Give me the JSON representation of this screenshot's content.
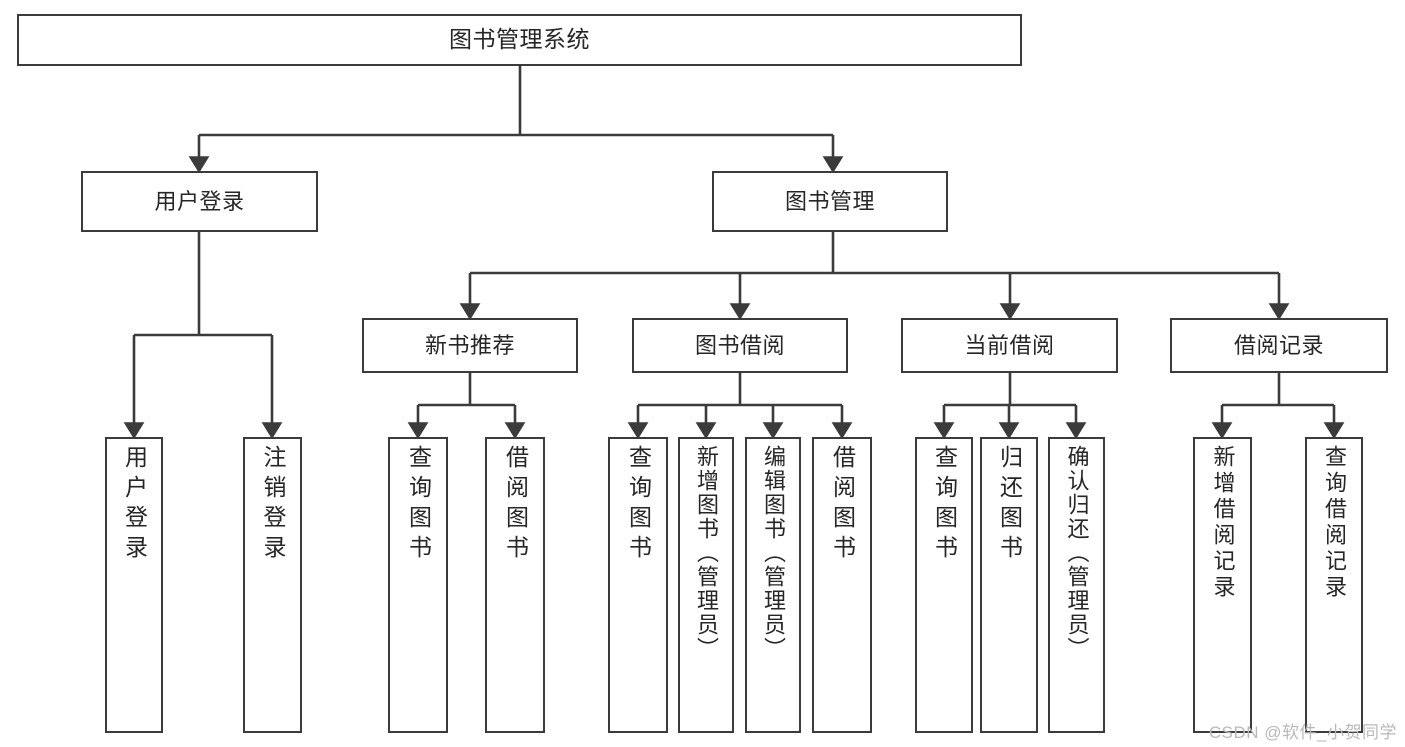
{
  "diagram": {
    "title": "图书管理系统",
    "type": "hierarchy-tree",
    "watermark": "CSDN @软件_小贺同学",
    "levels": {
      "root": {
        "label": "图书管理系统"
      },
      "level2": [
        {
          "id": "user-login",
          "label": "用户登录"
        },
        {
          "id": "book-manage",
          "label": "图书管理"
        }
      ],
      "level3": [
        {
          "id": "new-book-recommend",
          "label": "新书推荐"
        },
        {
          "id": "book-borrow",
          "label": "图书借阅"
        },
        {
          "id": "current-borrow",
          "label": "当前借阅"
        },
        {
          "id": "borrow-record",
          "label": "借阅记录"
        }
      ],
      "leaves": [
        {
          "id": "leaf-user-login",
          "label": "用户登录",
          "parent": "user-login"
        },
        {
          "id": "leaf-logout",
          "label": "注销登录",
          "parent": "user-login"
        },
        {
          "id": "leaf-query-book-1",
          "label": "查询图书",
          "parent": "new-book-recommend"
        },
        {
          "id": "leaf-borrow-book-1",
          "label": "借阅图书",
          "parent": "new-book-recommend"
        },
        {
          "id": "leaf-query-book-2",
          "label": "查询图书",
          "parent": "book-borrow"
        },
        {
          "id": "leaf-add-book",
          "label": "新增图书（管理员）",
          "parent": "book-borrow"
        },
        {
          "id": "leaf-edit-book",
          "label": "编辑图书（管理员）",
          "parent": "book-borrow"
        },
        {
          "id": "leaf-borrow-book-2",
          "label": "借阅图书",
          "parent": "book-borrow"
        },
        {
          "id": "leaf-query-book-3",
          "label": "查询图书",
          "parent": "current-borrow"
        },
        {
          "id": "leaf-return-book",
          "label": "归还图书",
          "parent": "current-borrow"
        },
        {
          "id": "leaf-confirm-return",
          "label": "确认归还（管理员）",
          "parent": "current-borrow"
        },
        {
          "id": "leaf-add-record",
          "label": "新增借阅记录",
          "parent": "borrow-record"
        },
        {
          "id": "leaf-query-record",
          "label": "查询借阅记录",
          "parent": "borrow-record"
        }
      ]
    },
    "colors": {
      "box_border": "#3b3b3b",
      "box_fill": "#ffffff",
      "connector": "#3b3b3b",
      "text": "#262626",
      "watermark": "#b9b9b9"
    }
  }
}
